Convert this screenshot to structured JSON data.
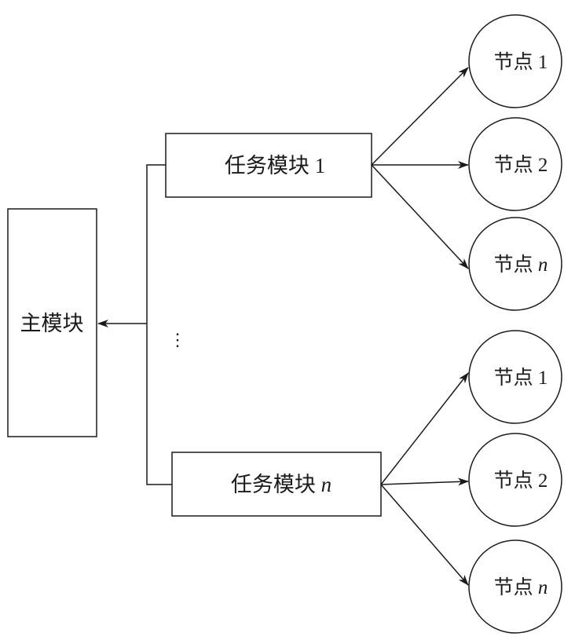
{
  "main_module": {
    "label": "主模块"
  },
  "task_modules": [
    {
      "label": "任务模块",
      "suffix": "1",
      "suffix_italic": false,
      "nodes": [
        {
          "label": "节点",
          "suffix": "1",
          "italic": false
        },
        {
          "label": "节点",
          "suffix": "2",
          "italic": false
        },
        {
          "label": "节点",
          "suffix": "n",
          "italic": true
        }
      ]
    },
    {
      "label": "任务模块",
      "suffix": "n",
      "suffix_italic": true,
      "nodes": [
        {
          "label": "节点",
          "suffix": "1",
          "italic": false
        },
        {
          "label": "节点",
          "suffix": "2",
          "italic": false
        },
        {
          "label": "节点",
          "suffix": "n",
          "italic": true
        }
      ]
    }
  ],
  "ellipsis": "⋮",
  "colors": {
    "stroke": "#1a1a1a",
    "background": "#ffffff"
  }
}
